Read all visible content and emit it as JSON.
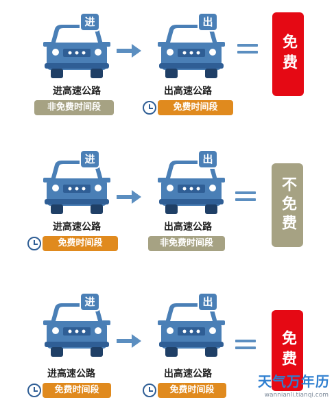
{
  "colors": {
    "car_body": "#4a7fb6",
    "free_red": "#e50914",
    "not_free_olive": "#a6a283",
    "free_period_orange": "#e08a1e",
    "non_free_period_tan": "#a6a283",
    "arrow_blue": "#5b8ec0"
  },
  "icons": {
    "car": "car-icon",
    "clock": "clock-icon",
    "arrow": "arrow-right-icon",
    "equals": "equals-icon"
  },
  "rows": [
    {
      "enter_badge": "进",
      "enter_label": "进高速公路",
      "enter_period": "非免费时间段",
      "exit_badge": "出",
      "exit_label": "出高速公路",
      "exit_period": "免费时间段",
      "result": "免费"
    },
    {
      "enter_badge": "进",
      "enter_label": "进高速公路",
      "enter_period": "免费时间段",
      "exit_badge": "出",
      "exit_label": "出高速公路",
      "exit_period": "非免费时间段",
      "result": "不免费"
    },
    {
      "enter_badge": "进",
      "enter_label": "进高速公路",
      "enter_period": "免费时间段",
      "exit_badge": "出",
      "exit_label": "出高速公路",
      "exit_period": "免费时间段",
      "result": "免费"
    }
  ],
  "watermark": {
    "title": "天气万年历",
    "url": "wannianli.tianqi.com"
  }
}
